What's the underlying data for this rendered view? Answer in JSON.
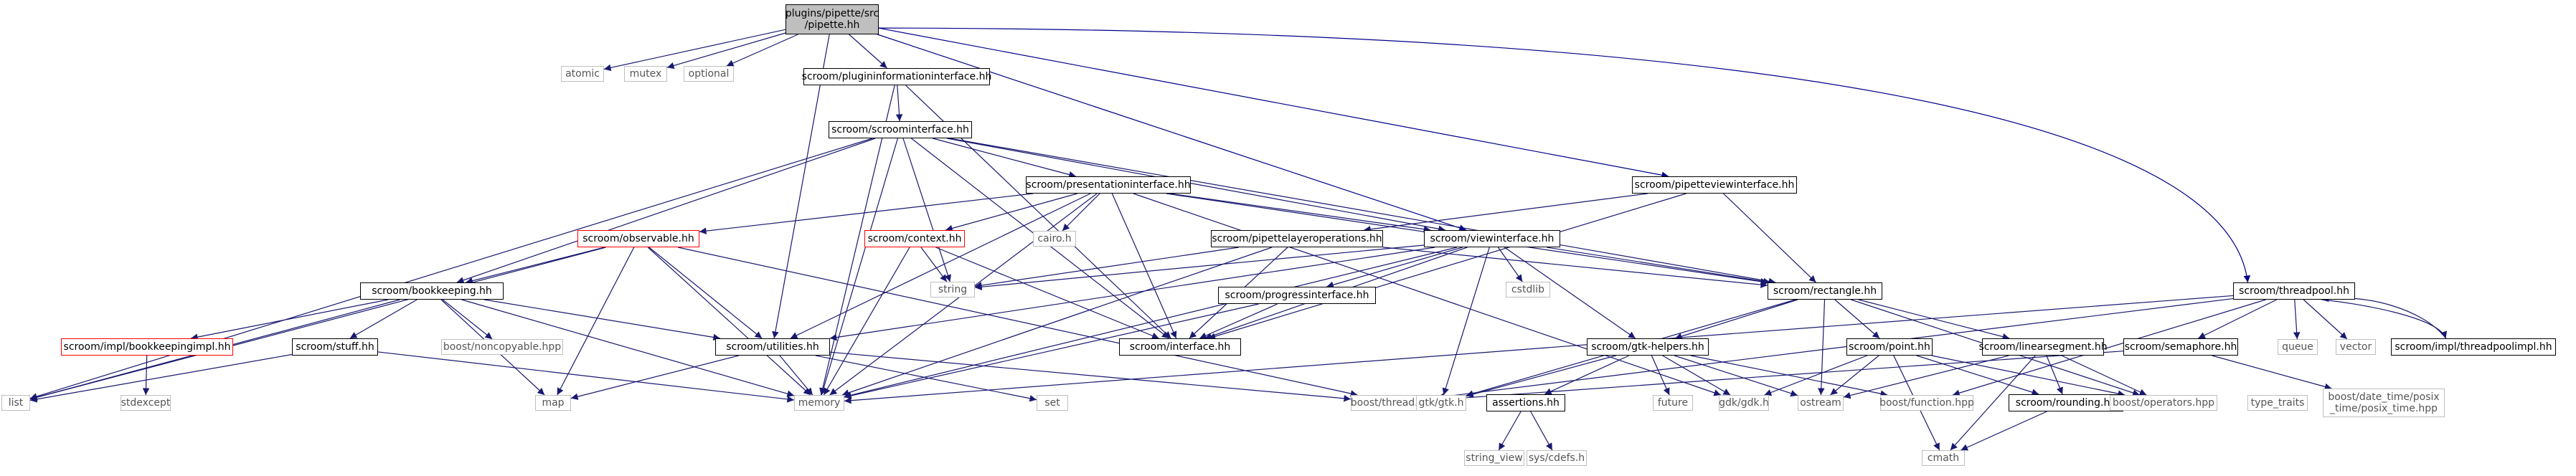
{
  "diagram": {
    "nodes": [
      {
        "id": "root",
        "label": "plugins/pipette/src\n/pipette.hh",
        "style": "root"
      },
      {
        "id": "atomic",
        "label": "atomic",
        "style": "sys"
      },
      {
        "id": "mutex",
        "label": "mutex",
        "style": "sys"
      },
      {
        "id": "optional",
        "label": "optional",
        "style": "sys"
      },
      {
        "id": "plugininfo",
        "label": "scroom/plugininformationinterface.hh",
        "style": "normal"
      },
      {
        "id": "pipetteview",
        "label": "scroom/pipetteviewinterface.hh",
        "style": "normal"
      },
      {
        "id": "threadpool",
        "label": "scroom/threadpool.hh",
        "style": "normal"
      },
      {
        "id": "scroomiface",
        "label": "scroom/scroominterface.hh",
        "style": "normal"
      },
      {
        "id": "presentation",
        "label": "scroom/presentationinterface.hh",
        "style": "normal"
      },
      {
        "id": "observable",
        "label": "scroom/observable.hh",
        "style": "red"
      },
      {
        "id": "context",
        "label": "scroom/context.hh",
        "style": "red"
      },
      {
        "id": "cairo",
        "label": "cairo.h",
        "style": "sys"
      },
      {
        "id": "pipettelayer",
        "label": "scroom/pipettelayeroperations.hh",
        "style": "normal"
      },
      {
        "id": "viewiface",
        "label": "scroom/viewinterface.hh",
        "style": "normal"
      },
      {
        "id": "string",
        "label": "string",
        "style": "sys"
      },
      {
        "id": "cstdlib",
        "label": "cstdlib",
        "style": "sys"
      },
      {
        "id": "rectangle",
        "label": "scroom/rectangle.hh",
        "style": "normal"
      },
      {
        "id": "bookkeeping",
        "label": "scroom/bookkeeping.hh",
        "style": "normal"
      },
      {
        "id": "progress",
        "label": "scroom/progressinterface.hh",
        "style": "normal"
      },
      {
        "id": "bookimpl",
        "label": "scroom/impl/bookkeepingimpl.hh",
        "style": "red"
      },
      {
        "id": "stuff",
        "label": "scroom/stuff.hh",
        "style": "normal"
      },
      {
        "id": "noncopy",
        "label": "boost/noncopyable.hpp",
        "style": "sys"
      },
      {
        "id": "utilities",
        "label": "scroom/utilities.hh",
        "style": "normal"
      },
      {
        "id": "interface",
        "label": "scroom/interface.hh",
        "style": "normal"
      },
      {
        "id": "gtkhelpers",
        "label": "scroom/gtk-helpers.hh",
        "style": "normal"
      },
      {
        "id": "point",
        "label": "scroom/point.hh",
        "style": "normal"
      },
      {
        "id": "linearseg",
        "label": "scroom/linearsegment.hh",
        "style": "normal"
      },
      {
        "id": "semaphore",
        "label": "scroom/semaphore.hh",
        "style": "normal"
      },
      {
        "id": "queue",
        "label": "queue",
        "style": "sys"
      },
      {
        "id": "vector",
        "label": "vector",
        "style": "sys"
      },
      {
        "id": "tpimpl",
        "label": "scroom/impl/threadpoolimpl.hh",
        "style": "normal"
      },
      {
        "id": "list",
        "label": "list",
        "style": "sys"
      },
      {
        "id": "stdexcept",
        "label": "stdexcept",
        "style": "sys"
      },
      {
        "id": "map",
        "label": "map",
        "style": "sys"
      },
      {
        "id": "memory",
        "label": "memory",
        "style": "sys"
      },
      {
        "id": "set",
        "label": "set",
        "style": "sys"
      },
      {
        "id": "boostthread",
        "label": "boost/thread.hpp",
        "style": "sys"
      },
      {
        "id": "gtk",
        "label": "gtk/gtk.h",
        "style": "sys"
      },
      {
        "id": "assertions",
        "label": "assertions.hh",
        "style": "normal"
      },
      {
        "id": "future",
        "label": "future",
        "style": "sys"
      },
      {
        "id": "gdk",
        "label": "gdk/gdk.h",
        "style": "sys"
      },
      {
        "id": "ostream",
        "label": "ostream",
        "style": "sys"
      },
      {
        "id": "boostfunc",
        "label": "boost/function.hpp",
        "style": "sys"
      },
      {
        "id": "rounding",
        "label": "scroom/rounding.hh",
        "style": "normal"
      },
      {
        "id": "boostops",
        "label": "boost/operators.hpp",
        "style": "sys"
      },
      {
        "id": "typetraits",
        "label": "type_traits",
        "style": "sys"
      },
      {
        "id": "posixtime",
        "label": "boost/date_time/posix\n_time/posix_time.hpp",
        "style": "sys"
      },
      {
        "id": "stringview",
        "label": "string_view",
        "style": "sys"
      },
      {
        "id": "cdefs",
        "label": "sys/cdefs.h",
        "style": "sys"
      },
      {
        "id": "cmath",
        "label": "cmath",
        "style": "sys"
      }
    ],
    "edges": [
      [
        "root",
        "atomic"
      ],
      [
        "root",
        "mutex"
      ],
      [
        "root",
        "optional"
      ],
      [
        "root",
        "plugininfo"
      ],
      [
        "root",
        "utilities"
      ],
      [
        "root",
        "viewiface"
      ],
      [
        "root",
        "pipetteview"
      ],
      [
        "root",
        "threadpool"
      ],
      [
        "plugininfo",
        "scroomiface"
      ],
      [
        "plugininfo",
        "memory"
      ],
      [
        "plugininfo",
        "interface"
      ],
      [
        "scroomiface",
        "presentation"
      ],
      [
        "scroomiface",
        "bookkeeping"
      ],
      [
        "scroomiface",
        "string"
      ],
      [
        "scroomiface",
        "list"
      ],
      [
        "scroomiface",
        "memory"
      ],
      [
        "scroomiface",
        "viewiface"
      ],
      [
        "scroomiface",
        "rectangle"
      ],
      [
        "scroomiface",
        "interface"
      ],
      [
        "presentation",
        "observable"
      ],
      [
        "presentation",
        "context"
      ],
      [
        "presentation",
        "cairo"
      ],
      [
        "presentation",
        "viewiface"
      ],
      [
        "presentation",
        "rectangle"
      ],
      [
        "presentation",
        "gdk"
      ],
      [
        "presentation",
        "interface"
      ],
      [
        "presentation",
        "utilities"
      ],
      [
        "presentation",
        "memory"
      ],
      [
        "observable",
        "bookkeeping"
      ],
      [
        "observable",
        "utilities"
      ],
      [
        "observable",
        "list"
      ],
      [
        "observable",
        "map"
      ],
      [
        "observable",
        "memory"
      ],
      [
        "observable",
        "boostthread"
      ],
      [
        "context",
        "string"
      ],
      [
        "context",
        "memory"
      ],
      [
        "context",
        "interface"
      ],
      [
        "pipetteview",
        "pipettelayer"
      ],
      [
        "pipetteview",
        "rectangle"
      ],
      [
        "pipetteview",
        "interface"
      ],
      [
        "pipettelayer",
        "string"
      ],
      [
        "pipettelayer",
        "memory"
      ],
      [
        "pipettelayer",
        "interface"
      ],
      [
        "pipettelayer",
        "rectangle"
      ],
      [
        "viewiface",
        "progress"
      ],
      [
        "viewiface",
        "rectangle"
      ],
      [
        "viewiface",
        "cstdlib"
      ],
      [
        "viewiface",
        "gtkhelpers"
      ],
      [
        "viewiface",
        "gtk"
      ],
      [
        "viewiface",
        "interface"
      ],
      [
        "viewiface",
        "memory"
      ],
      [
        "viewiface",
        "string"
      ],
      [
        "viewiface",
        "utilities"
      ],
      [
        "progress",
        "interface"
      ],
      [
        "progress",
        "memory"
      ],
      [
        "bookkeeping",
        "bookimpl"
      ],
      [
        "bookkeeping",
        "stuff"
      ],
      [
        "bookkeeping",
        "noncopy"
      ],
      [
        "bookkeeping",
        "utilities"
      ],
      [
        "bookkeeping",
        "map"
      ],
      [
        "bookkeeping",
        "memory"
      ],
      [
        "bookkeeping",
        "list"
      ],
      [
        "bookimpl",
        "stdexcept"
      ],
      [
        "stuff",
        "memory"
      ],
      [
        "stuff",
        "list"
      ],
      [
        "utilities",
        "memory"
      ],
      [
        "utilities",
        "map"
      ],
      [
        "utilities",
        "set"
      ],
      [
        "utilities",
        "boostthread"
      ],
      [
        "rectangle",
        "gtkhelpers"
      ],
      [
        "rectangle",
        "point"
      ],
      [
        "rectangle",
        "linearseg"
      ],
      [
        "rectangle",
        "ostream"
      ],
      [
        "rectangle",
        "boostops"
      ],
      [
        "rectangle",
        "gtk"
      ],
      [
        "gtkhelpers",
        "assertions"
      ],
      [
        "gtkhelpers",
        "future"
      ],
      [
        "gtkhelpers",
        "gdk"
      ],
      [
        "gtkhelpers",
        "gtk"
      ],
      [
        "gtkhelpers",
        "boostfunc"
      ],
      [
        "gtkhelpers",
        "ostream"
      ],
      [
        "assertions",
        "stringview"
      ],
      [
        "assertions",
        "cdefs"
      ],
      [
        "point",
        "ostream"
      ],
      [
        "point",
        "gdk"
      ],
      [
        "point",
        "rounding"
      ],
      [
        "point",
        "boostops"
      ],
      [
        "point",
        "cmath"
      ],
      [
        "linearseg",
        "rounding"
      ],
      [
        "linearseg",
        "boostops"
      ],
      [
        "linearseg",
        "ostream"
      ],
      [
        "linearseg",
        "cmath"
      ],
      [
        "rounding",
        "cmath"
      ],
      [
        "threadpool",
        "semaphore"
      ],
      [
        "threadpool",
        "queue"
      ],
      [
        "threadpool",
        "vector"
      ],
      [
        "threadpool",
        "tpimpl"
      ],
      [
        "threadpool",
        "boostthread"
      ],
      [
        "threadpool",
        "boostfunc"
      ],
      [
        "threadpool",
        "memory"
      ],
      [
        "tpimpl",
        "threadpool"
      ],
      [
        "semaphore",
        "boostthread"
      ],
      [
        "semaphore",
        "posixtime"
      ]
    ]
  }
}
